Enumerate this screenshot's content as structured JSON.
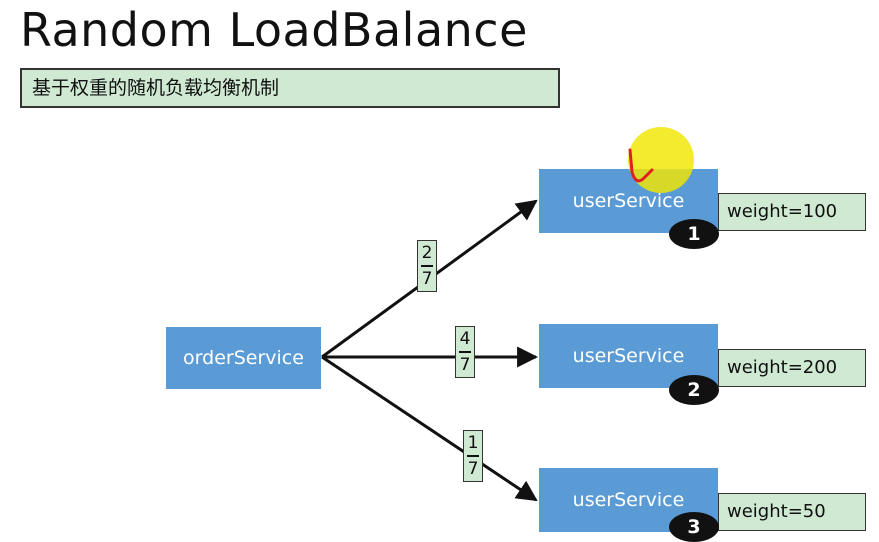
{
  "slide": {
    "title": "Random LoadBalance",
    "subtitle": "基于权重的随机负载均衡机制"
  },
  "nodes": {
    "source": "orderService",
    "targets": [
      {
        "label": "userService",
        "weight": "weight=100",
        "index": "1",
        "probability_num": "2",
        "probability_den": "7"
      },
      {
        "label": "userService",
        "weight": "weight=200",
        "index": "2",
        "probability_num": "4",
        "probability_den": "7"
      },
      {
        "label": "userService",
        "weight": "weight=50",
        "index": "3",
        "probability_num": "1",
        "probability_den": "7"
      }
    ]
  },
  "colors": {
    "node_fill": "#5b9bd5",
    "label_fill": "#cfe9d2",
    "pointer_highlight": "#f2e600",
    "annotation_stroke": "#e02020"
  }
}
